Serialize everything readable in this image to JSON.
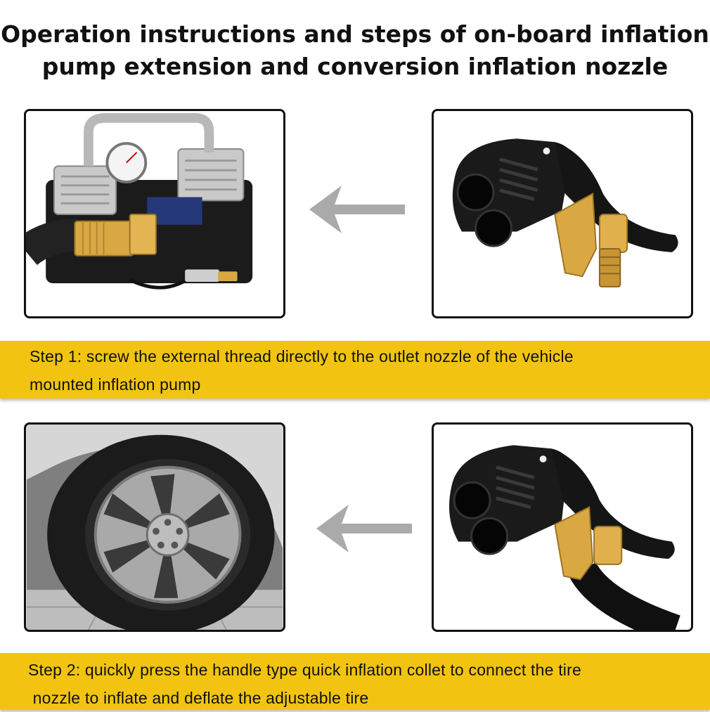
{
  "title": {
    "line1": "Operation instructions and steps of on-board inflation",
    "line2": "pump extension and conversion inflation nozzle"
  },
  "step1": {
    "line1": "Step 1: screw the external thread directly to the outlet nozzle of the vehicle",
    "line2": "mounted inflation pump"
  },
  "step2": {
    "line1": "Step 2: quickly press the handle type quick inflation collet to connect the tire",
    "line2": " nozzle to inflate and deflate the adjustable tire"
  },
  "colors": {
    "band": "#f2c411",
    "arrow": "#aaaaaa",
    "brass": "#d9a843",
    "nozzle_black": "#111111"
  },
  "icons": [
    "air-compressor-photo",
    "nozzle-photo",
    "tire-photo",
    "left-arrow-icon"
  ]
}
